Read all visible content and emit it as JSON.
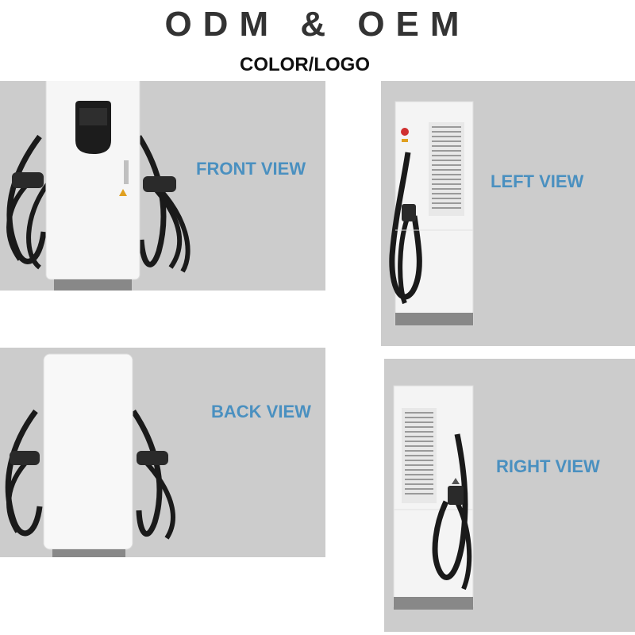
{
  "header": {
    "title": "ODM & OEM",
    "subtitle": "COLOR/LOGO"
  },
  "views": {
    "front": "FRONT VIEW",
    "left": "LEFT VIEW",
    "back": "BACK VIEW",
    "right": "RIGHT VIEW"
  },
  "colors": {
    "panel_bg": "#cccccc",
    "label_text": "#4a90c0",
    "charger_body": "#f4f4f4",
    "cable": "#1a1a1a",
    "base": "#888888"
  }
}
